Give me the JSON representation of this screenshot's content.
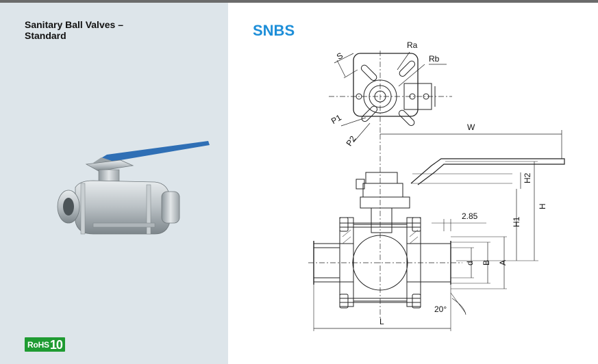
{
  "sidebar": {
    "title": "Sanitary Ball Valves – Standard",
    "rohs_text": "RoHS",
    "rohs_number": "10"
  },
  "product": {
    "code": "SNBS"
  },
  "drawing": {
    "labels": {
      "s": "S",
      "ra": "Ra",
      "rb": "Rb",
      "p1": "P1",
      "p2": "P2",
      "w": "W",
      "h2": "H2",
      "h": "H",
      "h1": "H1",
      "dim_285": "2.85",
      "d": "d",
      "b": "B",
      "a": "A",
      "angle": "20°",
      "l": "L"
    }
  },
  "colors": {
    "sidebar_bg": "#dde5ea",
    "code_blue": "#1d8ed8",
    "rohs_green": "#1f9b32"
  }
}
